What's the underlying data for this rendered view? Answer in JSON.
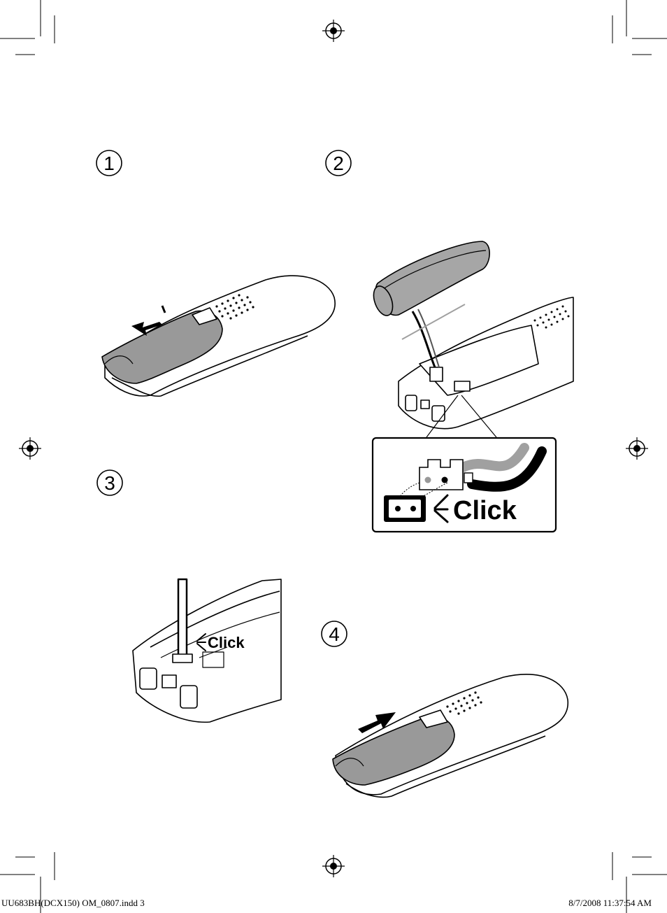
{
  "steps": [
    {
      "number": "1"
    },
    {
      "number": "2"
    },
    {
      "number": "3"
    },
    {
      "number": "4"
    }
  ],
  "callouts": {
    "click_large": "Click",
    "click_small": "Click"
  },
  "footer": {
    "file_info": "UU683BH(DCX150) OM_0807.indd   3",
    "timestamp": "8/7/2008   11:37:54 AM"
  },
  "colors": {
    "ink": "#000000",
    "cover_gray": "#999999",
    "wire_gray": "#a0a0a0",
    "battery_gray": "#a6a6a6"
  }
}
